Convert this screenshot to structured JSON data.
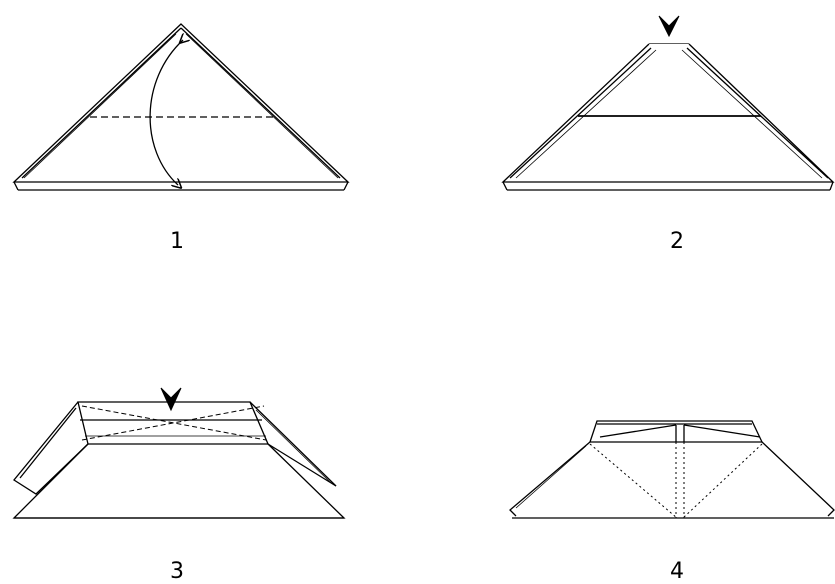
{
  "steps": [
    {
      "label": "1"
    },
    {
      "label": "2"
    },
    {
      "label": "3"
    },
    {
      "label": "4"
    }
  ],
  "colors": {
    "line": "#000000",
    "background": "#ffffff"
  },
  "icons": {
    "push_arrow": "inward-push-arrow-icon",
    "fold_arrow": "fold-over-arrow-icon"
  }
}
